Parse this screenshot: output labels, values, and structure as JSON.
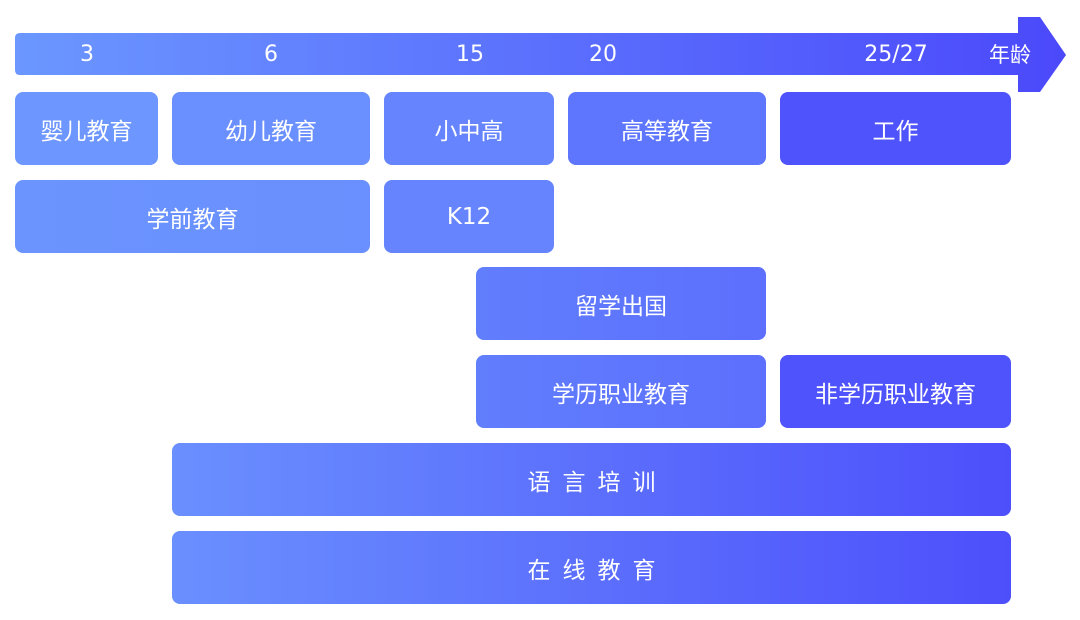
{
  "timeline": {
    "axis_label": "年龄",
    "ticks": [
      "3",
      "6",
      "15",
      "20",
      "25/27"
    ]
  },
  "stages": {
    "infant": "婴儿教育",
    "early_child": "幼儿教育",
    "primary_secondary": "小中高",
    "higher": "高等教育",
    "work": "工作",
    "preschool": "学前教育",
    "k12": "K12",
    "study_abroad": "留学出国",
    "academic_vocational": "学历职业教育",
    "non_academic_vocational": "非学历职业教育",
    "language_training": "语言培训",
    "online_education": "在线教育"
  },
  "colors": {
    "arrow_start": "#6b97ff",
    "arrow_end": "#4b49fb",
    "text": "#ffffff"
  }
}
